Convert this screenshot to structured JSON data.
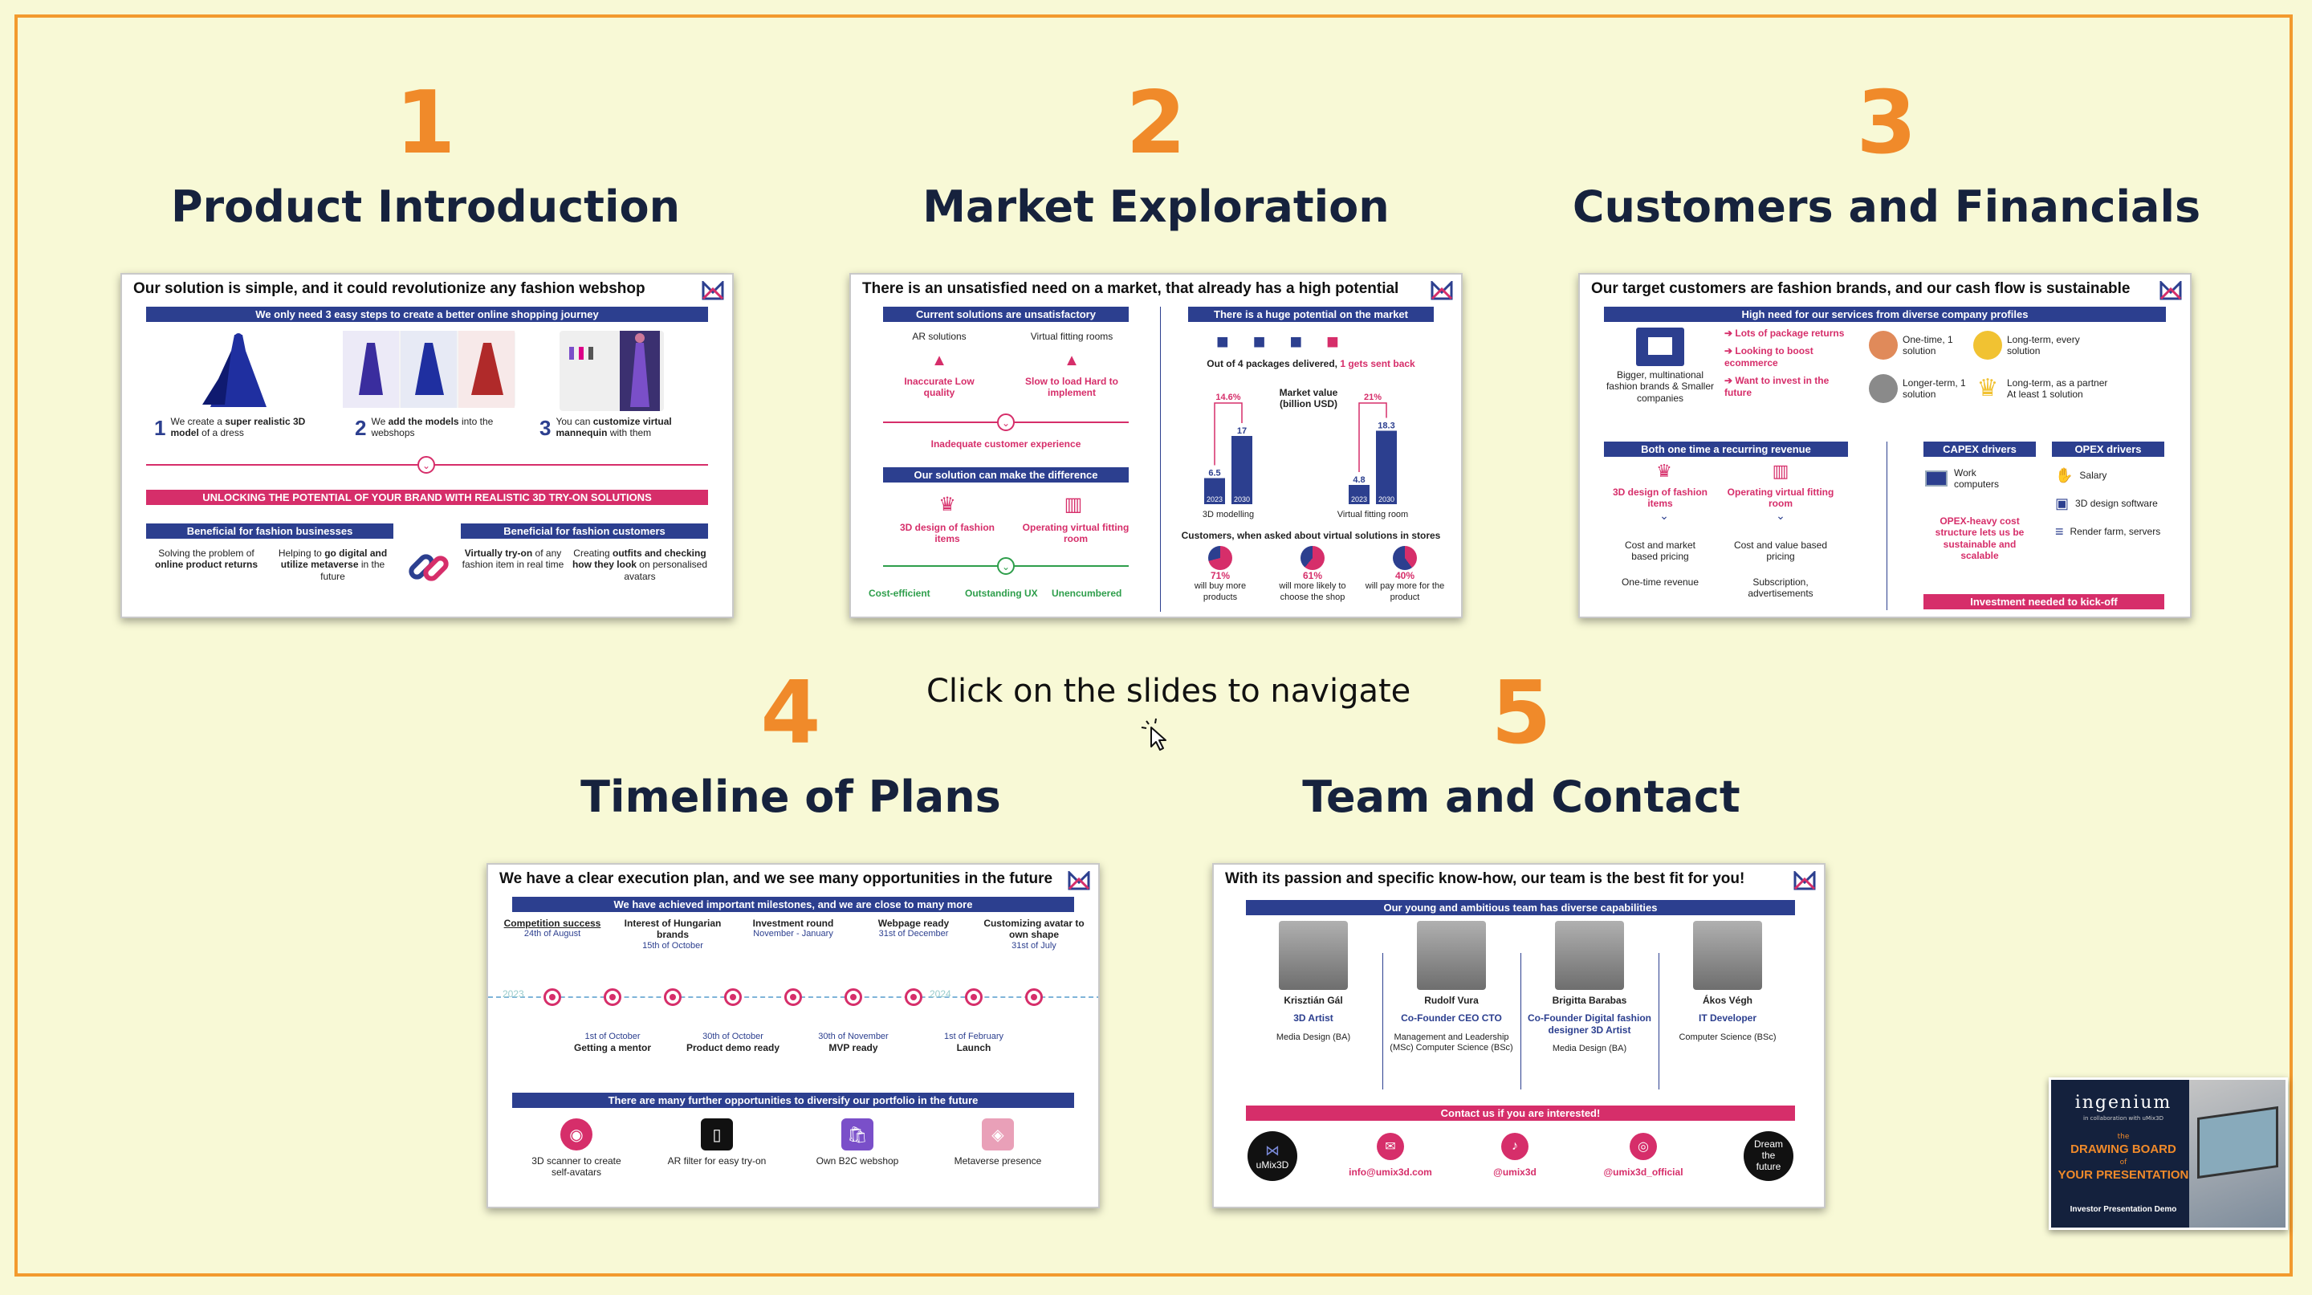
{
  "accent_orange": "#f08a2a",
  "navy": "#16223d",
  "pink": "#d62e6a",
  "blue": "#2c3f8f",
  "sections": [
    {
      "num": "1",
      "title": "Product Introduction"
    },
    {
      "num": "2",
      "title": "Market Exploration"
    },
    {
      "num": "3",
      "title": "Customers and Financials"
    },
    {
      "num": "4",
      "title": "Timeline of Plans"
    },
    {
      "num": "5",
      "title": "Team and Contact"
    }
  ],
  "nav_hint": "Click on the slides to navigate",
  "slide1": {
    "title": "Our solution is simple, and it could revolutionize any fashion webshop",
    "band": "We only need 3 easy steps to create a better online shopping journey",
    "steps": [
      {
        "n": "1",
        "pre": "We create a ",
        "bold": "super realistic 3D model",
        "post": " of a dress"
      },
      {
        "n": "2",
        "pre": "We ",
        "bold": "add the models",
        "post": " into the webshops"
      },
      {
        "n": "3",
        "pre": "You can ",
        "bold": "customize virtual mannequin",
        "post": " with them"
      }
    ],
    "pink_band": "UNLOCKING THE POTENTIAL OF YOUR BRAND WITH REALISTIC 3D TRY-ON SOLUTIONS",
    "biz_band": "Beneficial for fashion businesses",
    "cust_band": "Beneficial for fashion customers",
    "biz": [
      {
        "pre": "Solving the problem of ",
        "bold": "online product returns",
        "post": ""
      },
      {
        "pre": "Helping to ",
        "bold": "go digital and utilize metaverse",
        "post": " in the future"
      }
    ],
    "cust": [
      {
        "pre": "",
        "bold": "Virtually try-on",
        "post": " of any fashion item in real time"
      },
      {
        "pre": "Creating ",
        "bold": "outfits and checking how they look",
        "post": " on personalised avatars"
      }
    ]
  },
  "slide2": {
    "title": "There is an unsatisfied need on a market, that already has a high potential",
    "left_band": "Current solutions are unsatisfactory",
    "right_band": "There is a huge potential on the market",
    "sol1": "AR solutions",
    "sol2": "Virtual fitting rooms",
    "prob1": "Inaccurate Low quality",
    "prob2": "Slow to load Hard to implement",
    "inadequate": "Inadequate customer experience",
    "diff_band": "Our solution can make the difference",
    "feat1": "3D design of fashion items",
    "feat2": "Operating virtual fitting room",
    "ben1": "Cost-efficient",
    "ben2": "Outstanding UX",
    "ben3": "Unencumbered",
    "packages_pre": "Out of 4 packages delivered, ",
    "packages_red": "1 gets sent back",
    "market_label": "Market value (billion USD)",
    "customers_label": "Customers, when asked about virtual solutions in stores",
    "pcts": [
      {
        "value": "71%",
        "label": "will buy more products"
      },
      {
        "value": "61%",
        "label": "will more likely to choose the shop"
      },
      {
        "value": "40%",
        "label": "will pay more for the product"
      }
    ]
  },
  "chart_data": [
    {
      "type": "bar",
      "title": "3D modelling",
      "categories": [
        "2023",
        "2030"
      ],
      "values": [
        6.5,
        17
      ],
      "annotation": "14.6%"
    },
    {
      "type": "bar",
      "title": "Virtual fitting room",
      "categories": [
        "2023",
        "2030"
      ],
      "values": [
        4.8,
        18.3
      ],
      "annotation": "21%"
    }
  ],
  "slide3": {
    "title": "Our target customers are fashion brands, and our cash flow is sustainable",
    "band": "High need for our services from diverse company profiles",
    "profiles": "Bigger, multinational fashion brands & Smaller companies",
    "needs": [
      "Lots of package returns",
      "Looking to boost ecommerce",
      "Want to invest in the future"
    ],
    "tiers": [
      {
        "label": "One-time, 1 solution"
      },
      {
        "label": "Long-term, every solution"
      },
      {
        "label": "Longer-term, 1 solution"
      },
      {
        "label": "Long-term, as a partner At least 1 solution"
      }
    ],
    "rev_band": "Both one time a recurring revenue",
    "rev1_title": "3D design of fashion items",
    "rev2_title": "Operating virtual fitting room",
    "rev1_pricing": "Cost and market based pricing",
    "rev2_pricing": "Cost and value based pricing",
    "rev1_type": "One-time revenue",
    "rev2_type": "Subscription, advertisements",
    "capex_band": "CAPEX drivers",
    "opex_band": "OPEX drivers",
    "capex1": "Work computers",
    "opex_note": "OPEX-heavy cost structure lets us be sustainable and scalable",
    "opex": [
      "Salary",
      "3D design software",
      "Render farm, servers"
    ],
    "invest": "Investment needed to kick-off"
  },
  "slide4": {
    "title": "We have a clear execution plan, and we see many opportunities in the future",
    "band": "We have achieved important milestones, and we are close to many more",
    "top": [
      {
        "label": "Competition success",
        "date": "24th of August"
      },
      {
        "label": "Interest of Hungarian brands",
        "date": "15th of October"
      },
      {
        "label": "Investment round",
        "date": "November - January"
      },
      {
        "label": "Webpage ready",
        "date": "31st of December"
      },
      {
        "label": "Customizing avatar to own shape",
        "date": "31st of July"
      }
    ],
    "bottom": [
      {
        "label": "Getting a mentor",
        "date": "1st of October"
      },
      {
        "label": "Product demo ready",
        "date": "30th of October"
      },
      {
        "label": "MVP ready",
        "date": "30th of November"
      },
      {
        "label": "Launch",
        "date": "1st of February"
      }
    ],
    "year1": "2023",
    "year2": "2024",
    "opp_band": "There are many further opportunities to diversify our portfolio in the future",
    "opps": [
      "3D scanner to create self-avatars",
      "AR filter for easy try-on",
      "Own B2C webshop",
      "Metaverse presence"
    ]
  },
  "slide5": {
    "title": "With its passion and specific know-how, our team is the best fit for you!",
    "band": "Our young and ambitious team has diverse capabilities",
    "team": [
      {
        "name": "Krisztián Gál",
        "role": "3D Artist",
        "edu": "Media Design (BA)"
      },
      {
        "name": "Rudolf Vura",
        "role": "Co-Founder CEO CTO",
        "edu": "Management and Leadership (MSc) Computer Science (BSc)"
      },
      {
        "name": "Brigitta Barabas",
        "role": "Co-Founder Digital fashion designer 3D Artist",
        "edu": "Media Design (BA)"
      },
      {
        "name": "Ákos Végh",
        "role": "IT Developer",
        "edu": "Computer Science (BSc)"
      }
    ],
    "contact_band": "Contact us if you are interested!",
    "logo_text": "uMix3D",
    "email": "info@umix3d.com",
    "tiktok": "@umix3d",
    "instagram": "@umix3d_official",
    "dream": "Dream the future"
  },
  "thumb": {
    "brand": "ingenium",
    "collab": "in collaboration with uMix3D",
    "the": "the",
    "line1": "DRAWING BOARD",
    "of": "of",
    "line2": "YOUR PRESENTATION",
    "sub": "Investor Presentation Demo"
  }
}
